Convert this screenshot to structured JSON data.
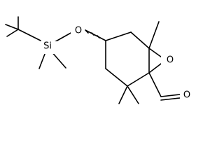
{
  "atoms": {
    "silicon": "Si",
    "ether_oxygen": "O",
    "epoxide_oxygen": "O",
    "carbonyl_oxygen": "O"
  },
  "colors": {
    "bond": "#000000",
    "background": "#ffffff"
  }
}
